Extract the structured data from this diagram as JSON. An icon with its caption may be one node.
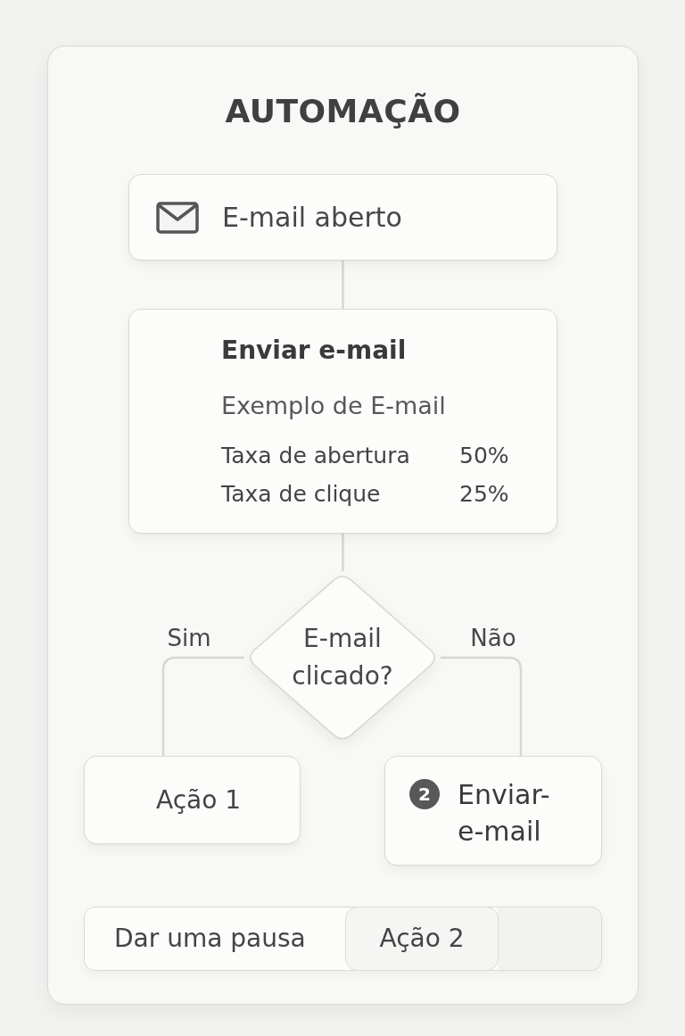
{
  "diagram": {
    "nodes": [
      {
        "text": [
          "AUTOMAÇÃO"
        ]
      },
      {
        "text": [
          "E-mail aberto"
        ],
        "in": 0
      },
      {
        "text": [
          "Enviar e-mail",
          "Exemplo de E-mail",
          "Taxa de abertura",
          "50%",
          "Taxa de clique",
          "25%"
        ],
        "in": 0
      },
      {
        "text": [
          "E-mail clicado?"
        ],
        "in": 0
      },
      {
        "text": [
          "Ação 1"
        ],
        "in": 0
      },
      {
        "text": [
          "2",
          "Enviar- e-mail"
        ],
        "in": 0
      },
      {
        "text": [
          "Dar uma pausa"
        ],
        "in": 0
      },
      {
        "text": [
          "Ação 2"
        ],
        "in": 6
      }
    ],
    "edges": [
      {
        "from": 1,
        "to": 2,
        "arrow": "none"
      },
      {
        "from": 2,
        "to": 3,
        "arrow": "none"
      },
      {
        "from": 3,
        "to": 4,
        "arrow": "none",
        "label": "Sim"
      },
      {
        "from": 3,
        "to": 5,
        "arrow": "none",
        "label": "Não"
      }
    ]
  }
}
